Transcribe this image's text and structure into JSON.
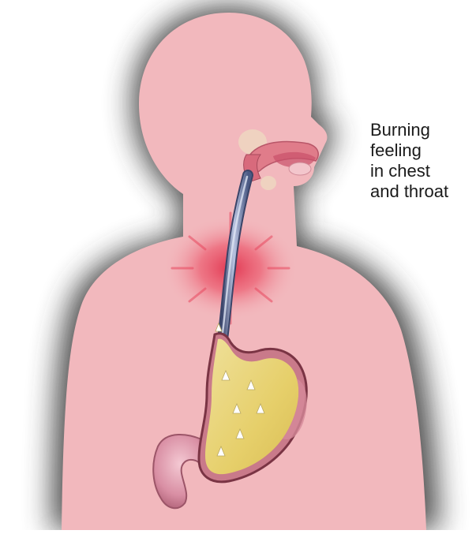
{
  "annotation": {
    "lines": [
      "Burning",
      "feeling",
      "in chest",
      "and throat"
    ]
  },
  "colors": {
    "skin": "#f2b8bd",
    "shadow": "#4a4a4a",
    "glow": "#e84a5f",
    "stomach_contents": "#e8d97a",
    "stomach_wall": "#c97a8a",
    "esophagus": "#6e7fa8",
    "reflux_drops": "#ffffff"
  },
  "parts": [
    "head",
    "neck",
    "torso",
    "mouth",
    "esophagus",
    "stomach",
    "duodenum",
    "reflux-drops",
    "burning-glow"
  ]
}
